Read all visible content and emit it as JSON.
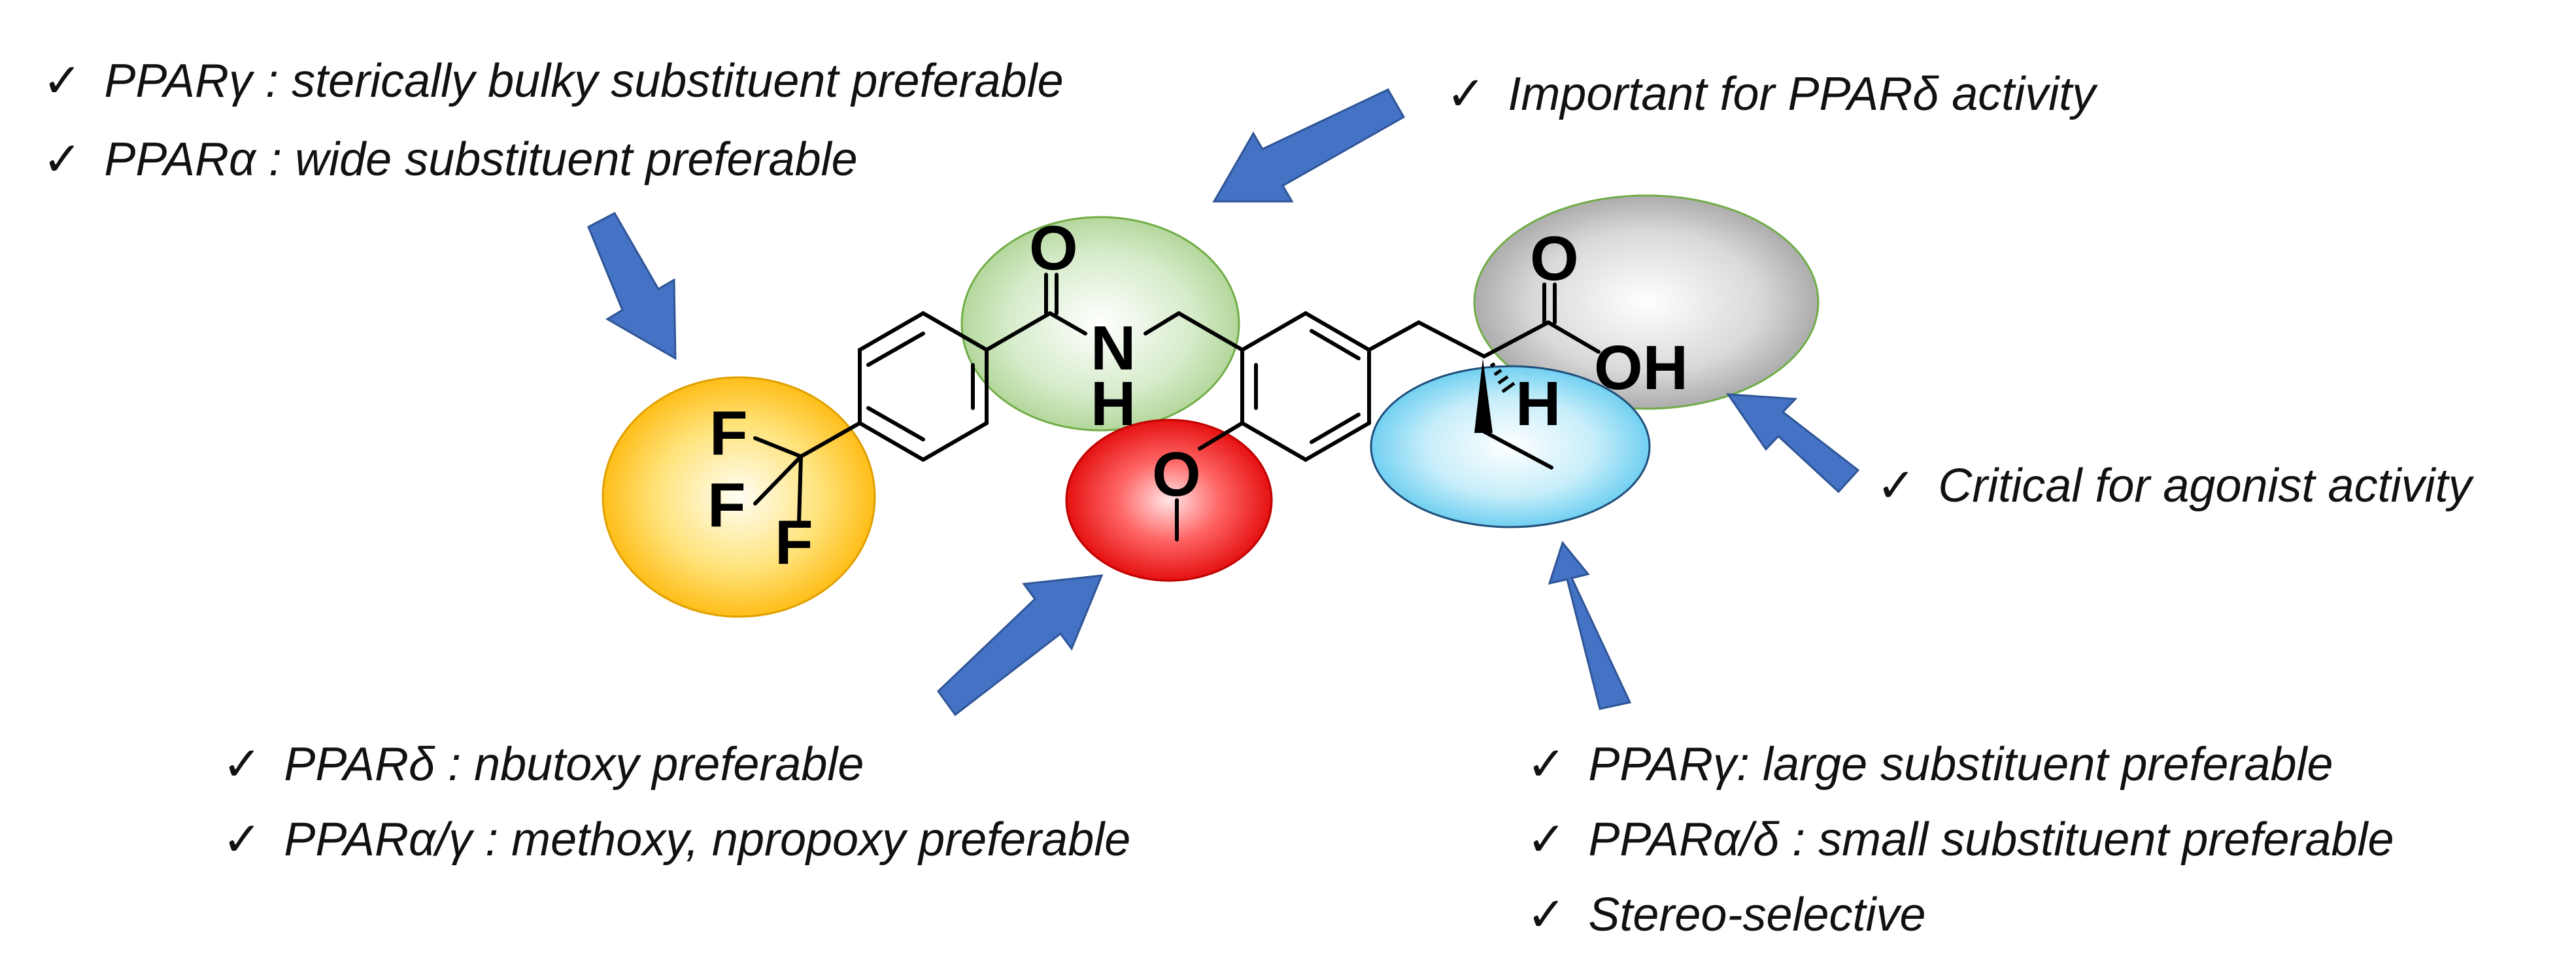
{
  "colors": {
    "arrow": "#4472c4",
    "cf3_region": "#ffc000",
    "amide_region": "#a9d18e",
    "methoxy_region": "#ff0000",
    "acid_region": "#a6a6a6",
    "ethyl_region": "#5bc8ef"
  },
  "check_mark": "✓",
  "annotations": {
    "cf3": [
      "PPARγ : sterically bulky substituent preferable",
      "PPARα : wide substituent preferable"
    ],
    "amide": [
      "Important for PPARδ activity"
    ],
    "acid": [
      "Critical for agonist activity"
    ],
    "alkoxy": [
      "PPARδ : nbutoxy preferable",
      "PPARα/γ : methoxy, npropoxy preferable"
    ],
    "alpha_alkyl": [
      "PPARγ: large substituent preferable",
      "PPARα/δ : small substituent preferable",
      "Stereo-selective"
    ]
  },
  "atoms": {
    "fluorine": "F",
    "carbonyl_oxygen": "O",
    "amide_nitrogen": "N",
    "amide_hydrogen": "H",
    "ether_oxygen": "O",
    "acid_carbonyl_oxygen": "O",
    "hydroxyl": "OH",
    "stereo_hydrogen": "H"
  }
}
